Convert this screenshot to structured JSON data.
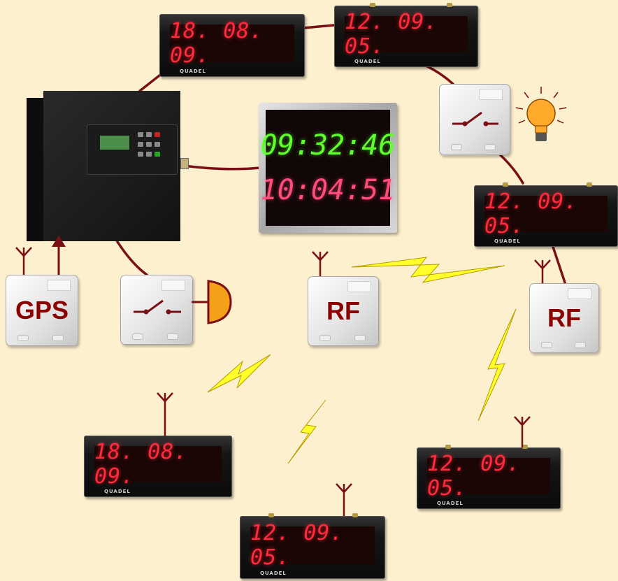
{
  "brand": "QUADEL",
  "displays": [
    {
      "id": "top-left",
      "value": "18. 08. 09."
    },
    {
      "id": "top-right",
      "value": "12. 09. 05."
    },
    {
      "id": "right",
      "value": "12. 09. 05."
    },
    {
      "id": "bottom-left",
      "value": "18. 08. 09."
    },
    {
      "id": "bottom-center",
      "value": "12. 09. 05."
    },
    {
      "id": "bottom-right",
      "value": "12. 09. 05."
    }
  ],
  "big_clock": {
    "time_green": "09:32:46",
    "time_red": "10:04:51"
  },
  "boxes": {
    "gps": "GPS",
    "rf_center": "RF",
    "rf_right": "RF"
  },
  "colors": {
    "background": "#fdf0cf",
    "wire": "#7a0f14",
    "led_red": "#ff2a3c",
    "led_green": "#62ff2e",
    "bolt": "#ffff2a",
    "bulb": "#ffaa2a",
    "bell": "#f5a01b"
  },
  "icons": [
    "antenna-icon",
    "switch-icon",
    "light-bulb-icon",
    "bell-icon",
    "lightning-icon",
    "arrow-up-icon"
  ]
}
